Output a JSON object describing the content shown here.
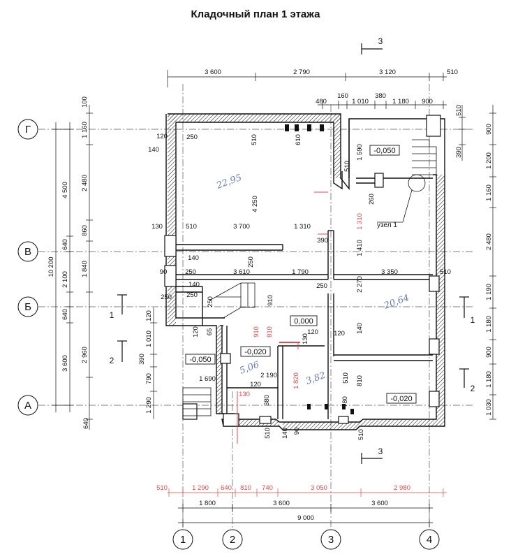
{
  "title": "Кладочный план 1 этажа",
  "axes": {
    "letters": [
      "Г",
      "В",
      "Б",
      "А"
    ],
    "numbers": [
      "1",
      "2",
      "3",
      "4"
    ]
  },
  "dims": {
    "top_main": [
      "3 600",
      "2 790",
      "3 120",
      "510"
    ],
    "top_second": [
      "480",
      "160",
      "1 010",
      "380",
      "1 180",
      "900"
    ],
    "top_extra": [
      "510"
    ],
    "left_outer": [
      "10 200"
    ],
    "left_mid": [
      "4 500",
      "640",
      "2 100",
      "640",
      "3 600",
      "640"
    ],
    "left_inner": [
      "100",
      "1 160",
      "2 480",
      "860",
      "1 840",
      "2 960"
    ],
    "left_small": [
      "120",
      "1 010",
      "390",
      "790",
      "1 290"
    ],
    "right_col": [
      "510",
      "900",
      "390",
      "1 200",
      "1 160",
      "2 480",
      "1 190",
      "1 180",
      "900",
      "1 180",
      "1 030"
    ],
    "bottom_red": [
      "510",
      "1 290",
      "640",
      "810",
      "740",
      "3 050",
      "2 980"
    ],
    "bottom_mid": [
      "1 800",
      "3 600",
      "3 600"
    ],
    "bottom_total": [
      "9 000"
    ],
    "interior": [
      "120",
      "250",
      "140",
      "510",
      "610",
      "4 250",
      "510",
      "1 590",
      "130",
      "510",
      "3 700",
      "1 310",
      "1 310",
      "390",
      "260",
      "1 410",
      "140",
      "250",
      "90",
      "250",
      "3 610",
      "1 790",
      "3 350",
      "250",
      "510",
      "140",
      "250",
      "250",
      "250",
      "910",
      "2 270",
      "140",
      "120",
      "65",
      "910",
      "810",
      "120",
      "130",
      "120",
      "2 190",
      "1 820",
      "810",
      "510",
      "1 690",
      "120",
      "130",
      "380",
      "780",
      "510",
      "140",
      "90",
      "510"
    ],
    "levels": [
      "-0,050",
      "0,000",
      "-0,020",
      "-0,050",
      "-0,020"
    ]
  },
  "labels": {
    "node": "узел 1",
    "section_3": "3",
    "section_1": "1",
    "section_2": "2"
  },
  "handwritten": [
    "22,95",
    "20,64",
    "5,06",
    "3,82"
  ],
  "colors": {
    "ink": "#111111",
    "red": "#e34a4a",
    "hand": "#6a78b8",
    "paper": "#ffffff"
  }
}
